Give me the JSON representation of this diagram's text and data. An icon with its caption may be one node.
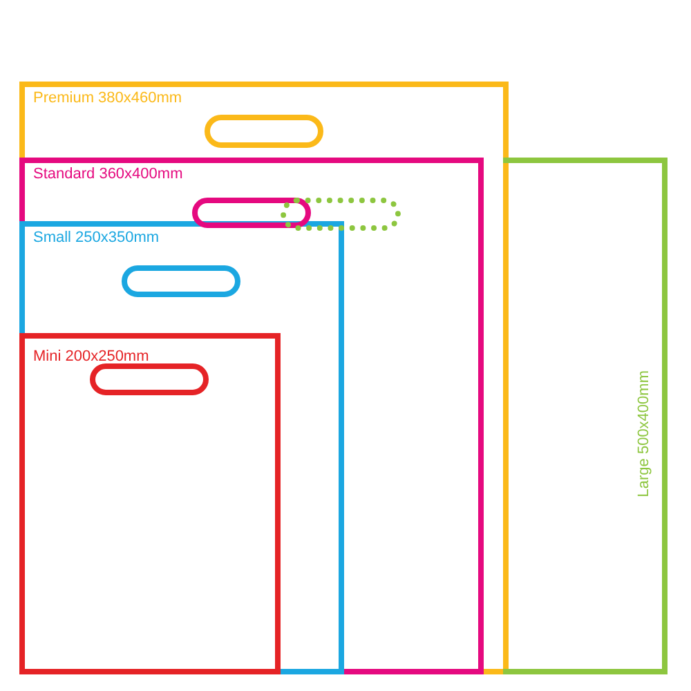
{
  "diagram": {
    "nodes": [
      {
        "text": [
          "Premium 380x460mm"
        ]
      },
      {
        "text": [
          "Standard 360x400mm"
        ],
        "in": 0
      },
      {
        "text": [
          "Small 250x350mm"
        ],
        "in": 1
      },
      {
        "text": [
          "Mini 200x250mm"
        ],
        "in": 2
      },
      {
        "text": [
          "Large 500x400mm"
        ]
      },
      {
        "text": [],
        "shape": "oval",
        "in": 0
      },
      {
        "text": [],
        "shape": "oval",
        "in": 1
      },
      {
        "text": [],
        "shape": "oval",
        "in": 2
      },
      {
        "text": [],
        "shape": "oval",
        "in": 3
      },
      {
        "text": [],
        "shape": "oval",
        "in": 1
      }
    ]
  }
}
